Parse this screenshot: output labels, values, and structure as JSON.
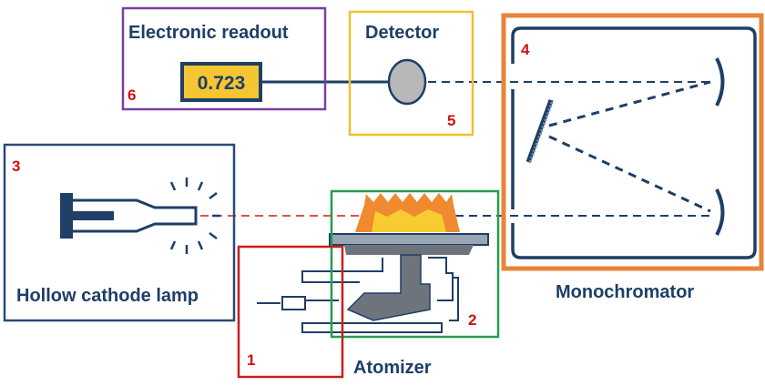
{
  "labels": {
    "readout": "Electronic readout",
    "detector": "Detector",
    "lamp": "Hollow cathode lamp",
    "atomizer": "Atomizer",
    "monochromator": "Monochromator"
  },
  "readout_value": "0.723",
  "markers": {
    "m1": "1",
    "m2": "2",
    "m3": "3",
    "m4": "4",
    "m5": "5",
    "m6": "6"
  },
  "colors": {
    "navy": "#1e3f66",
    "box1": "#c81e1e",
    "box2": "#22a04a",
    "box3": "#2a4a78",
    "box4": "#e8843a",
    "box5": "#f0c030",
    "box6": "#7a3fa0",
    "flame_outer": "#f08a30",
    "flame_inner": "#f8cc30",
    "readout_fill": "#f5c532"
  }
}
